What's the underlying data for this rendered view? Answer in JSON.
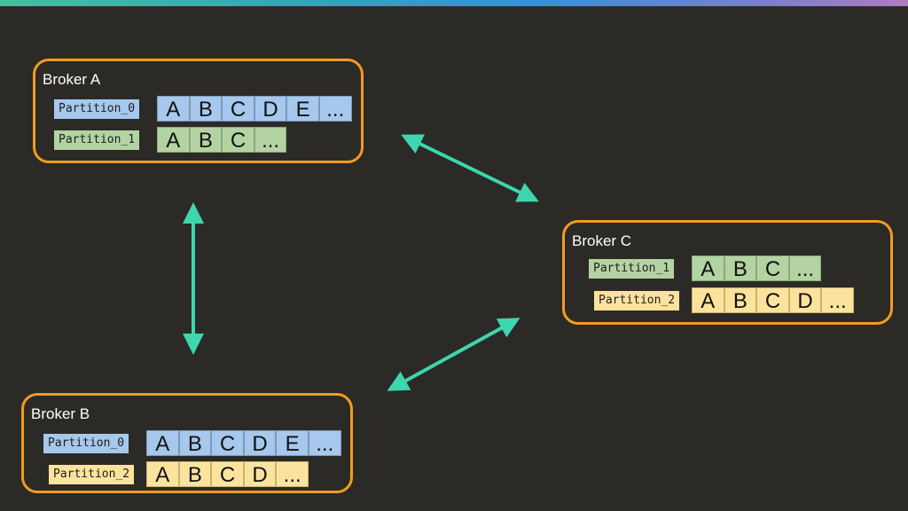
{
  "colors": {
    "border": "#f39c1f",
    "arrow": "#3ed6ae",
    "partition_0": "#a6c8ec",
    "partition_1": "#b3d3a3",
    "partition_2": "#fbe39d"
  },
  "brokers": {
    "a": {
      "title": "Broker A",
      "rows": [
        {
          "label": "Partition_0",
          "cells": [
            "A",
            "B",
            "C",
            "D",
            "E",
            "..."
          ]
        },
        {
          "label": "Partition_1",
          "cells": [
            "A",
            "B",
            "C",
            "..."
          ]
        }
      ]
    },
    "b": {
      "title": "Broker B",
      "rows": [
        {
          "label": "Partition_0",
          "cells": [
            "A",
            "B",
            "C",
            "D",
            "E",
            "..."
          ]
        },
        {
          "label": "Partition_2",
          "cells": [
            "A",
            "B",
            "C",
            "D",
            "..."
          ]
        }
      ]
    },
    "c": {
      "title": "Broker C",
      "rows": [
        {
          "label": "Partition_1",
          "cells": [
            "A",
            "B",
            "C",
            "..."
          ]
        },
        {
          "label": "Partition_2",
          "cells": [
            "A",
            "B",
            "C",
            "D",
            "..."
          ]
        }
      ]
    }
  },
  "connections": [
    {
      "from": "Broker A",
      "to": "Broker C"
    },
    {
      "from": "Broker A",
      "to": "Broker B"
    },
    {
      "from": "Broker B",
      "to": "Broker C"
    }
  ]
}
